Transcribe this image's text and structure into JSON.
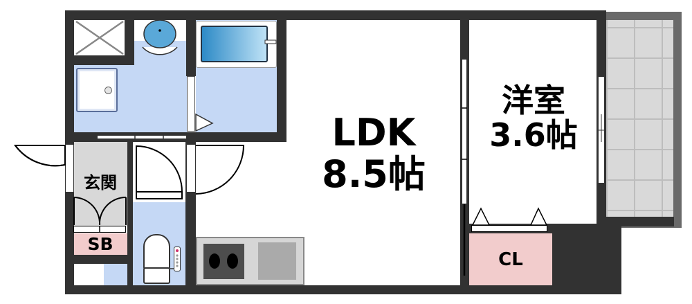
{
  "plan": {
    "type": "floor-plan",
    "rooms": [
      {
        "id": "ldk",
        "name": "LDK",
        "size": "8.5帖"
      },
      {
        "id": "western",
        "name": "洋室",
        "size": "3.6帖"
      },
      {
        "id": "entrance",
        "name": "玄関"
      },
      {
        "id": "shoe-box",
        "name": "SB"
      },
      {
        "id": "closet",
        "name": "CL"
      }
    ],
    "fixtures": [
      "washing-machine-space",
      "washbasin",
      "shower-tray",
      "bathtub",
      "toilet",
      "kitchen-stove",
      "kitchen-sink",
      "balcony"
    ],
    "colors": {
      "wall": "#323232",
      "wet_area": "#c5d8f5",
      "entrance_floor": "#d8d8d8",
      "storage": "#f2cccc",
      "balcony": "#d9d9d9",
      "balcony_grid": "#bdbdbd",
      "balcony_rail": "#6a6a6a",
      "bathtub": "#4aa3d6"
    }
  }
}
